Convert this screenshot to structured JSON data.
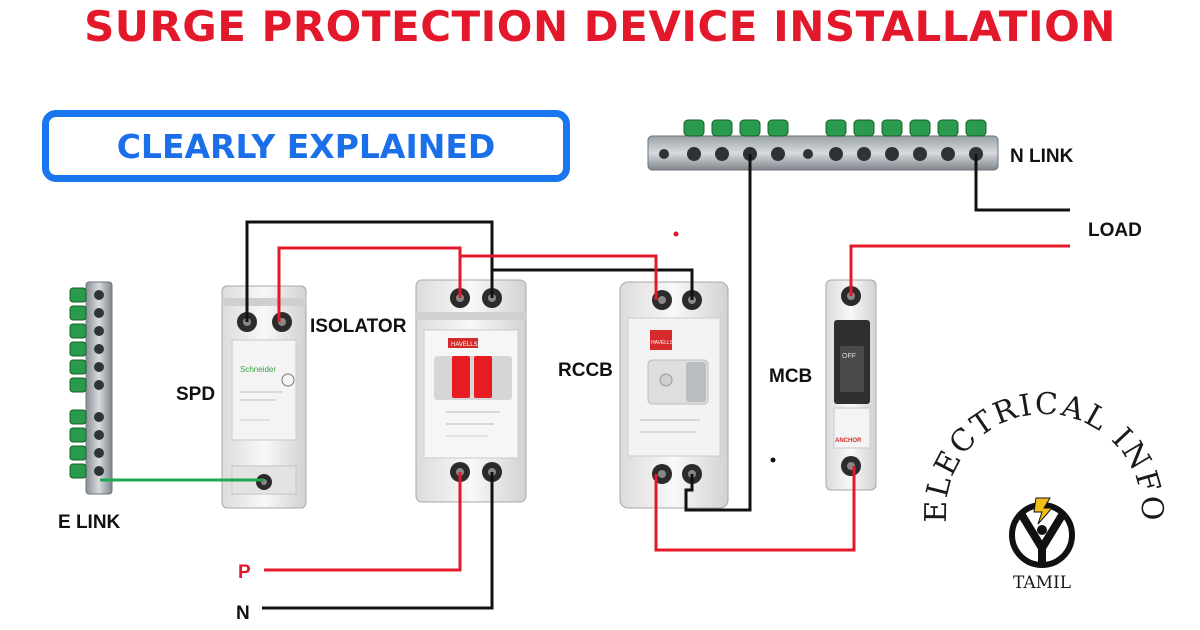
{
  "title": "SURGE PROTECTION DEVICE INSTALLATION",
  "badge": "CLEARLY EXPLAINED",
  "labels": {
    "n_link": "N LINK",
    "load": "LOAD",
    "isolator": "ISOLATOR",
    "spd": "SPD",
    "rccb": "RCCB",
    "mcb": "MCB",
    "e_link": "E LINK",
    "p": "P",
    "n": "N"
  },
  "logo": {
    "arc_text": "ELECTRICAL INFO",
    "sub_text": "TAMIL"
  },
  "device_text": {
    "isolator_brand": "HAVELLS",
    "rccb_brand": "HAVELLS",
    "mcb_off": "OFF",
    "mcb_brand": "ANCHOR",
    "spd_brand": "Schneider"
  },
  "colors": {
    "phase_wire": "#e3182a",
    "neutral_wire": "#111111",
    "earth_wire": "#1fa84a",
    "title": "#e3182a",
    "badge": "#1976ee"
  }
}
